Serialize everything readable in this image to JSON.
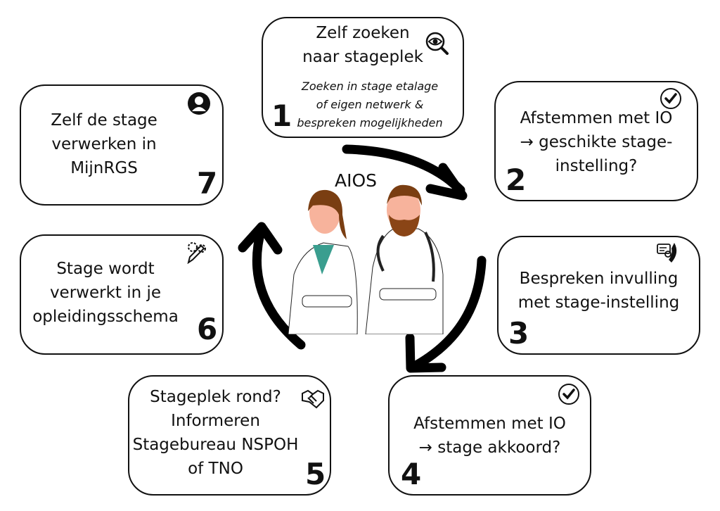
{
  "center_label": "AIOS",
  "steps": [
    {
      "number": "1",
      "title": "Zelf zoeken\nnaar stageplek",
      "subtitle": "Zoeken in stage etalage\nof eigen netwerk &\nbespreken mogelijkheden",
      "icon": "magnifier-eye-icon"
    },
    {
      "number": "2",
      "title": "Afstemmen met IO\n→ geschikte stage-\ninstelling?",
      "icon": "check-circle-icon"
    },
    {
      "number": "3",
      "title": "Bespreken invulling\nmet stage-instelling",
      "icon": "phone-chat-icon"
    },
    {
      "number": "4",
      "title": "Afstemmen met IO\n→ stage akkoord?",
      "icon": "check-circle-icon"
    },
    {
      "number": "5",
      "title": "Stageplek rond?\nInformeren\nStagebureau NSPOH\nof TNO",
      "icon": "handshake-icon"
    },
    {
      "number": "6",
      "title": "Stage wordt\nverwerkt in je\nopleidingsschema",
      "icon": "gears-pencil-icon"
    },
    {
      "number": "7",
      "title": "Zelf de stage\nverwerken in\nMijnRGS",
      "icon": "user-circle-icon"
    }
  ]
}
